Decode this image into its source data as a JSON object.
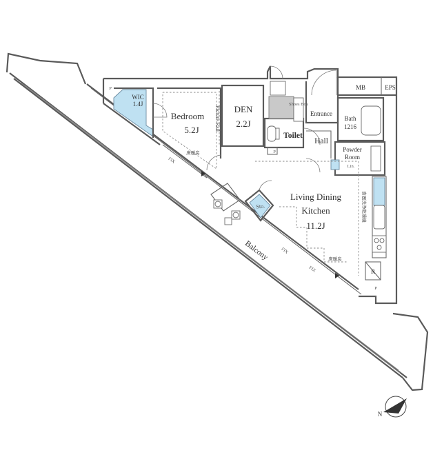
{
  "rooms": {
    "wic": {
      "name": "WIC",
      "size": "1.4J"
    },
    "bedroom": {
      "name": "Bedroom",
      "size": "5.2J",
      "floor_heating": "床暖房"
    },
    "den": {
      "name": "DEN",
      "size": "2.2J"
    },
    "picture_rail": "Picture Rail",
    "toilet": "Toilet",
    "shoes_box": "Shoes Box",
    "entrance": "Entrance",
    "bath": {
      "name": "Bath",
      "size": "1216"
    },
    "hall": "Hall",
    "powder_room": {
      "name": "Powder Room",
      "line1": "Powder",
      "line2": "Room"
    },
    "linen": "Lin.",
    "storage": "Sto.",
    "ldk": {
      "line1": "Living Dining",
      "line2": "Kitchen",
      "size": "11.2J",
      "floor_heating": "床暖房"
    },
    "refrigerator": "R",
    "mb": "MB",
    "eps": "EPS",
    "balcony": "Balcony",
    "fix": "FIX",
    "pipe_space": "P",
    "compass_north": "N",
    "kitchen_note": "食器洗浄乾燥機"
  },
  "colors": {
    "wet_area": "#bfe1f2",
    "shoes_box": "#c9c9c9",
    "wall": "#5a5a5a"
  }
}
